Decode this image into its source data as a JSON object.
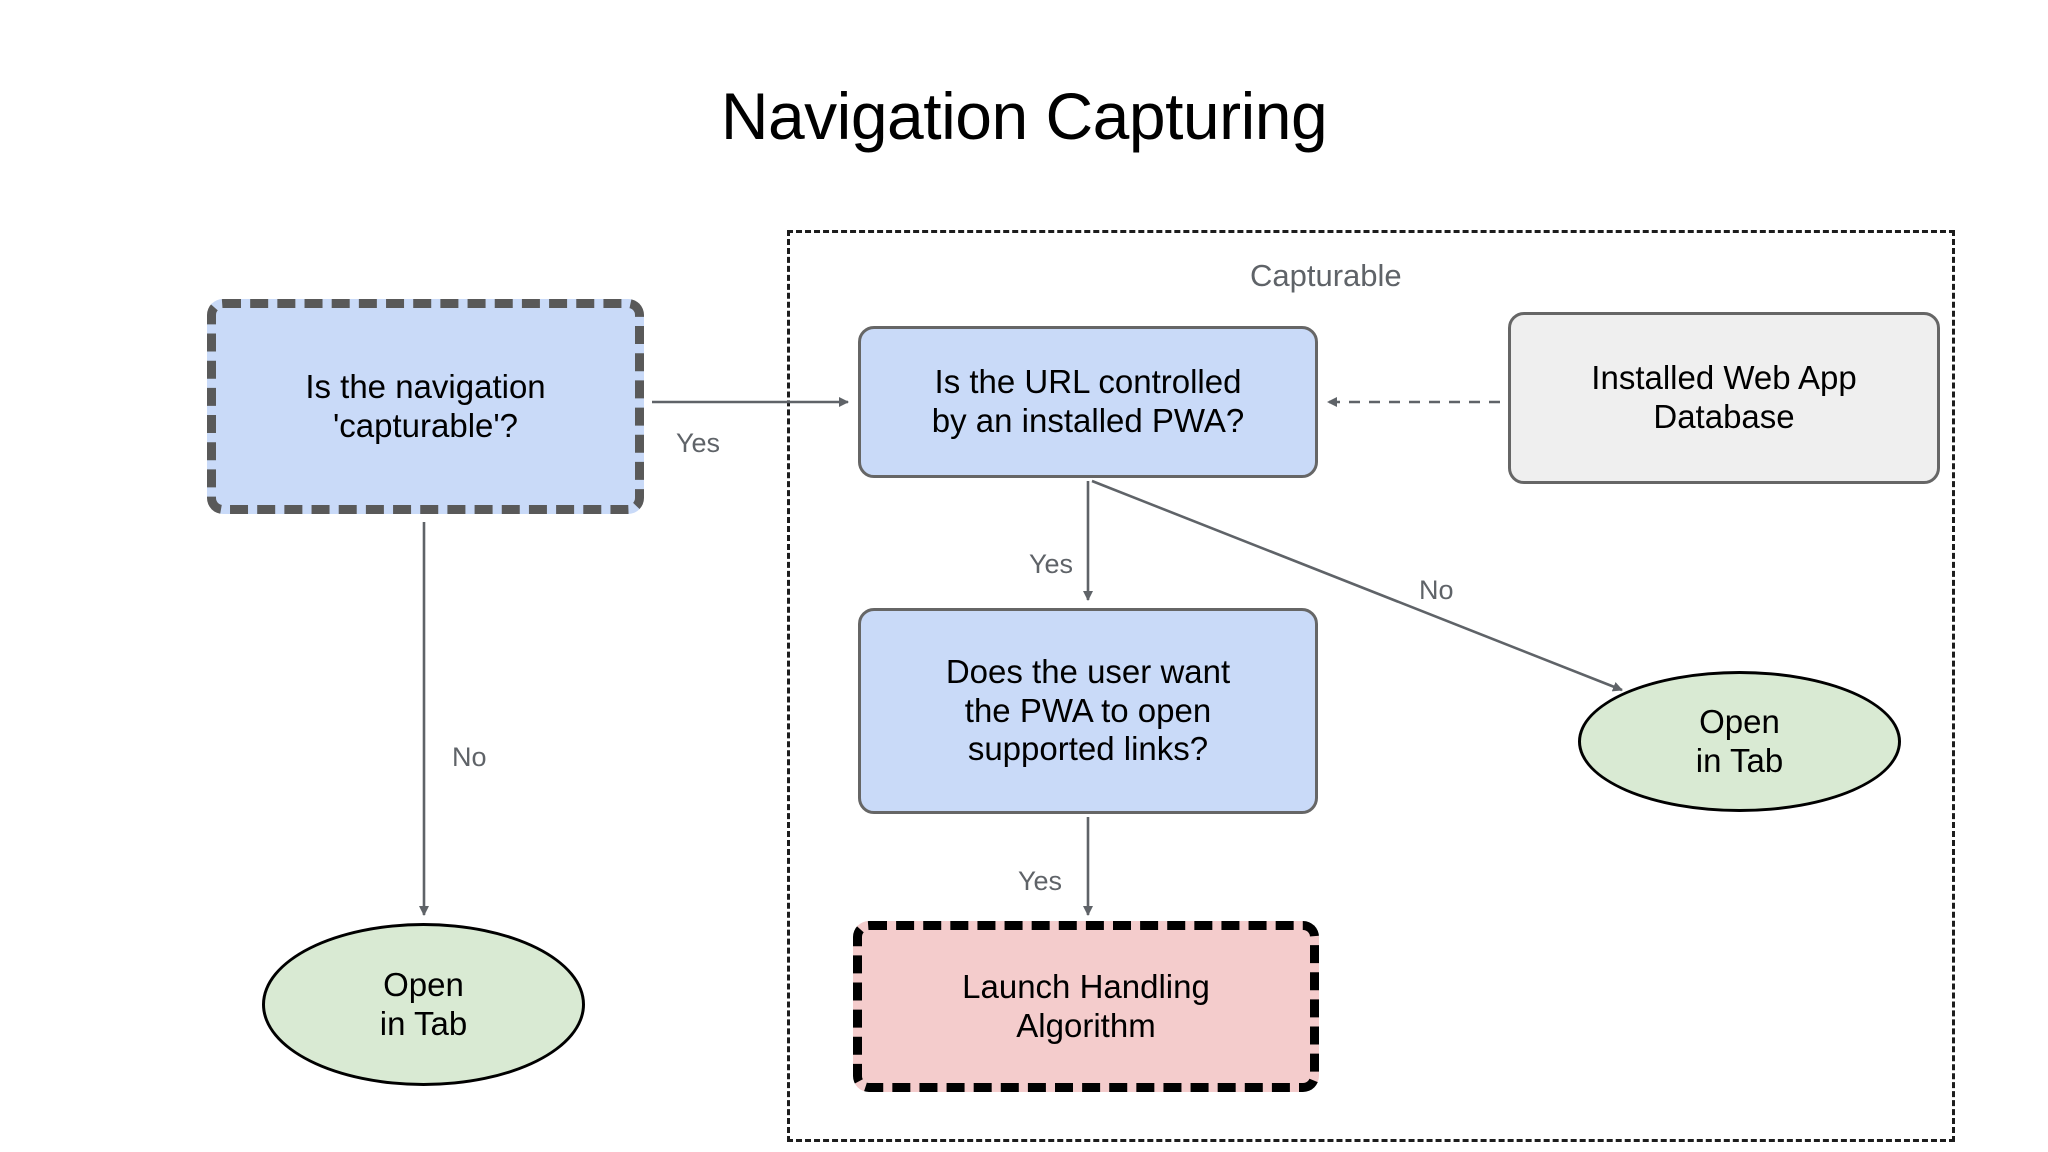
{
  "title": "Navigation Capturing",
  "group": {
    "label": "Capturable"
  },
  "nodes": {
    "capturable_question": {
      "line1": "Is the navigation",
      "line2": "'capturable'?",
      "shape": "rounded-rect",
      "fill": "#c9daf8",
      "stroke": "#595959",
      "stroke_style": "dashed"
    },
    "url_question": {
      "line1": "Is the URL controlled",
      "line2": "by an installed PWA?",
      "shape": "rounded-rect",
      "fill": "#c9daf8",
      "stroke": "#666666",
      "stroke_style": "solid"
    },
    "app_database": {
      "line1": "Installed Web App",
      "line2": "Database",
      "shape": "rounded-rect",
      "fill": "#efefef",
      "stroke": "#666666",
      "stroke_style": "solid"
    },
    "user_want_question": {
      "line1": "Does the user want",
      "line2": "the PWA to open",
      "line3": "supported links?",
      "shape": "rounded-rect",
      "fill": "#c9daf8",
      "stroke": "#666666",
      "stroke_style": "solid"
    },
    "launch_handling": {
      "line1": "Launch Handling",
      "line2": "Algorithm",
      "shape": "rounded-rect",
      "fill": "#f4cccc",
      "stroke": "#000000",
      "stroke_style": "dashed"
    },
    "open_in_tab_left": {
      "line1": "Open",
      "line2": "in Tab",
      "shape": "ellipse",
      "fill": "#d9ead3",
      "stroke": "#000000",
      "stroke_style": "solid"
    },
    "open_in_tab_right": {
      "line1": "Open",
      "line2": "in Tab",
      "shape": "ellipse",
      "fill": "#d9ead3",
      "stroke": "#000000",
      "stroke_style": "solid"
    }
  },
  "edges": {
    "yes_capturable": "Yes",
    "no_capturable": "No",
    "yes_url": "Yes",
    "no_url": "No",
    "yes_user": "Yes"
  },
  "colors": {
    "edge_line": "#5f6368",
    "edge_label_text": "#5f6368",
    "group_border": "#1d1d1d",
    "background": "#ffffff"
  }
}
